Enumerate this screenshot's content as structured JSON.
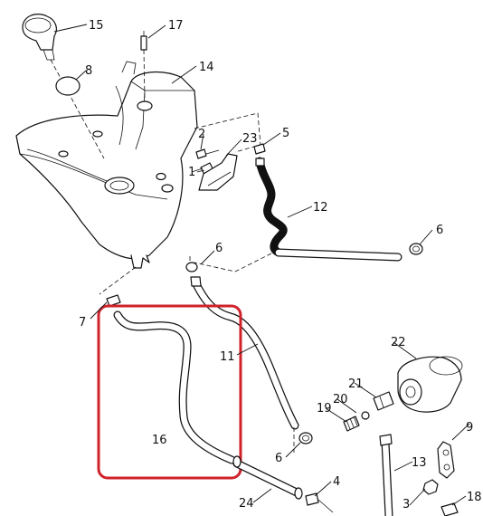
{
  "callouts": {
    "c1": "1",
    "c2": "2",
    "c3": "3",
    "c4": "4",
    "c5": "5",
    "c6a": "6",
    "c6b": "6",
    "c6c": "6",
    "c7": "7",
    "c8": "8",
    "c9": "9",
    "c11": "11",
    "c12": "12",
    "c13": "13",
    "c14": "14",
    "c15": "15",
    "c16": "16",
    "c17": "17",
    "c18": "18",
    "c19": "19",
    "c20": "20",
    "c21": "21",
    "c22": "22",
    "c23": "23",
    "c24": "24"
  },
  "highlight": {
    "color": "#d0222a",
    "part_callout": "16"
  }
}
